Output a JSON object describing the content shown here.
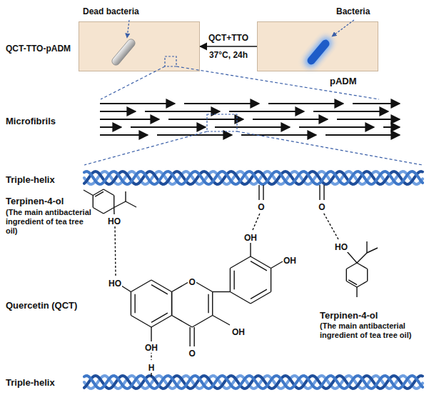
{
  "diagram": {
    "nodes": [
      {
        "text": [
          "Dead bacteria"
        ]
      },
      {
        "text": [
          "Bacteria"
        ]
      }
    ],
    "edges": [
      {
        "from": 1,
        "to": 0,
        "arrow": "to",
        "label": "QCT+TTO 37°C, 24h"
      }
    ],
    "labels": [
      "QCT-TTO-pADM",
      "pADM",
      "Microfibrils",
      "Triple-helix",
      "Terpinen-4-ol",
      "(The main antibacterial ingredient of tea tree oil)",
      "O",
      "O",
      "HO",
      "OH",
      "HO",
      "OH",
      "O",
      "HO",
      "Quercetin (QCT)",
      "Terpinen-4-ol",
      "(The main antibacterial ingredient of tea tree oil)",
      "OH",
      "O",
      "OH",
      "H",
      "Triple-helix"
    ]
  }
}
